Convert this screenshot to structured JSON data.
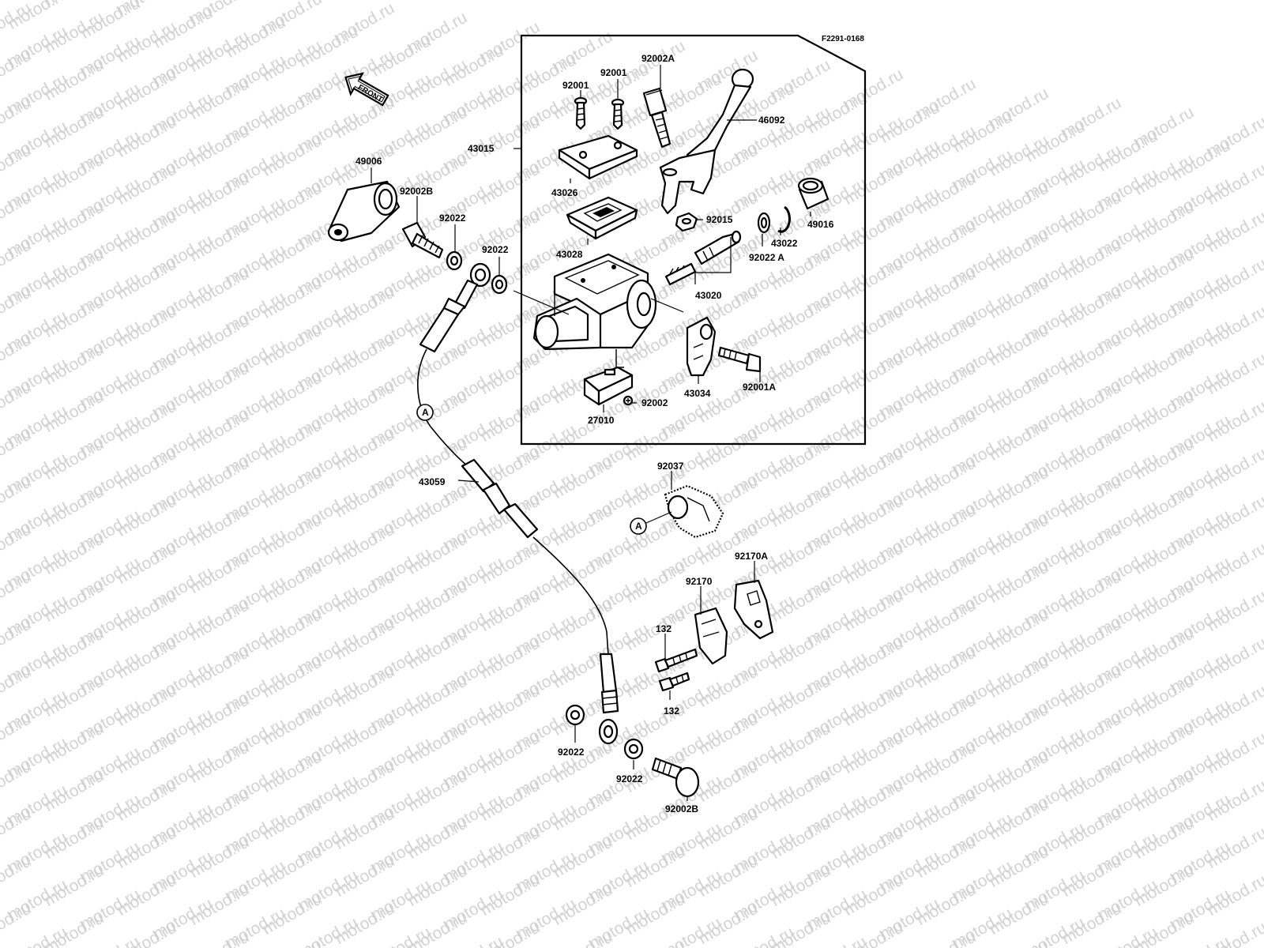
{
  "watermark": "motod.ru",
  "figure_ref": "F2291-0168",
  "front_label": "FRONT",
  "circle_label": "A",
  "labels": {
    "p92002A": "92002A",
    "p92001_left": "92001",
    "p92001_right": "92001",
    "p46092": "46092",
    "p43015": "43015",
    "p49006": "49006",
    "p92002B_top": "92002B",
    "p92022_a": "92022",
    "p92022_b": "92022",
    "p43026": "43026",
    "p43028": "43028",
    "p92015": "92015",
    "p43022": "43022",
    "p49016": "49016",
    "p92022A": "92022 A",
    "p43020": "43020",
    "p43034": "43034",
    "p92001A": "92001A",
    "p27010": "27010",
    "p92002": "92002",
    "p43059": "43059",
    "p92037": "92037",
    "p92170A": "92170A",
    "p92170": "92170",
    "p132_top": "132",
    "p132_bottom": "132",
    "p92022_c": "92022",
    "p92022_d": "92022",
    "p92002B_bottom": "92002B"
  }
}
